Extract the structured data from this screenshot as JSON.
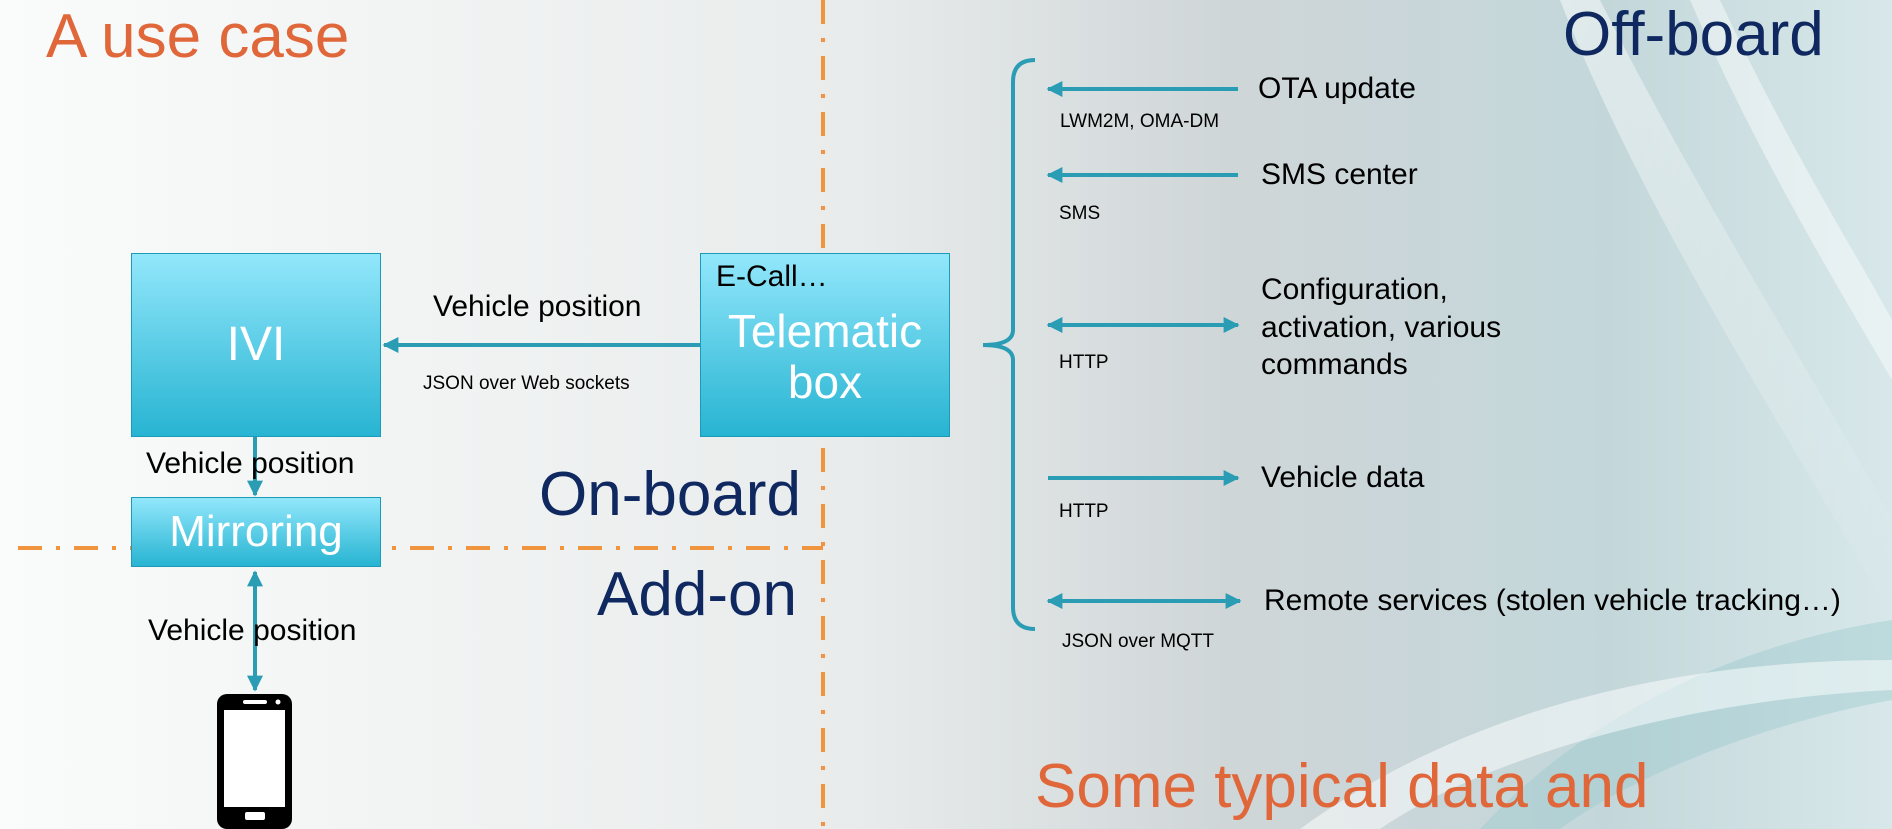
{
  "title": "A use case",
  "regions": {
    "on_board": "On-board",
    "add_on": "Add-on",
    "off_board": "Off-board"
  },
  "footer": "Some typical data and",
  "nodes": {
    "ivi": "IVI",
    "telematic": "Telematic box",
    "telematic_note": "E-Call…",
    "mirroring": "Mirroring",
    "phone_icon": "smartphone-icon"
  },
  "links": {
    "telematic_to_ivi": {
      "label": "Vehicle position",
      "protocol": "JSON over Web sockets"
    },
    "ivi_to_mirroring": {
      "label": "Vehicle position"
    },
    "mirroring_phone": {
      "label": "Vehicle position"
    }
  },
  "offboard": [
    {
      "label": "OTA update",
      "protocol": "LWM2M, OMA-DM"
    },
    {
      "label": "SMS center",
      "protocol": "SMS"
    },
    {
      "label": "Configuration, activation, various commands",
      "protocol": "HTTP"
    },
    {
      "label": "Vehicle data",
      "protocol": "HTTP"
    },
    {
      "label": "Remote services (stolen vehicle tracking…)",
      "protocol": "JSON over MQTT"
    }
  ],
  "colors": {
    "accent_orange": "#e0673a",
    "navy": "#0f2860",
    "teal": "#2a9db5",
    "divider_orange": "#f0953e"
  }
}
